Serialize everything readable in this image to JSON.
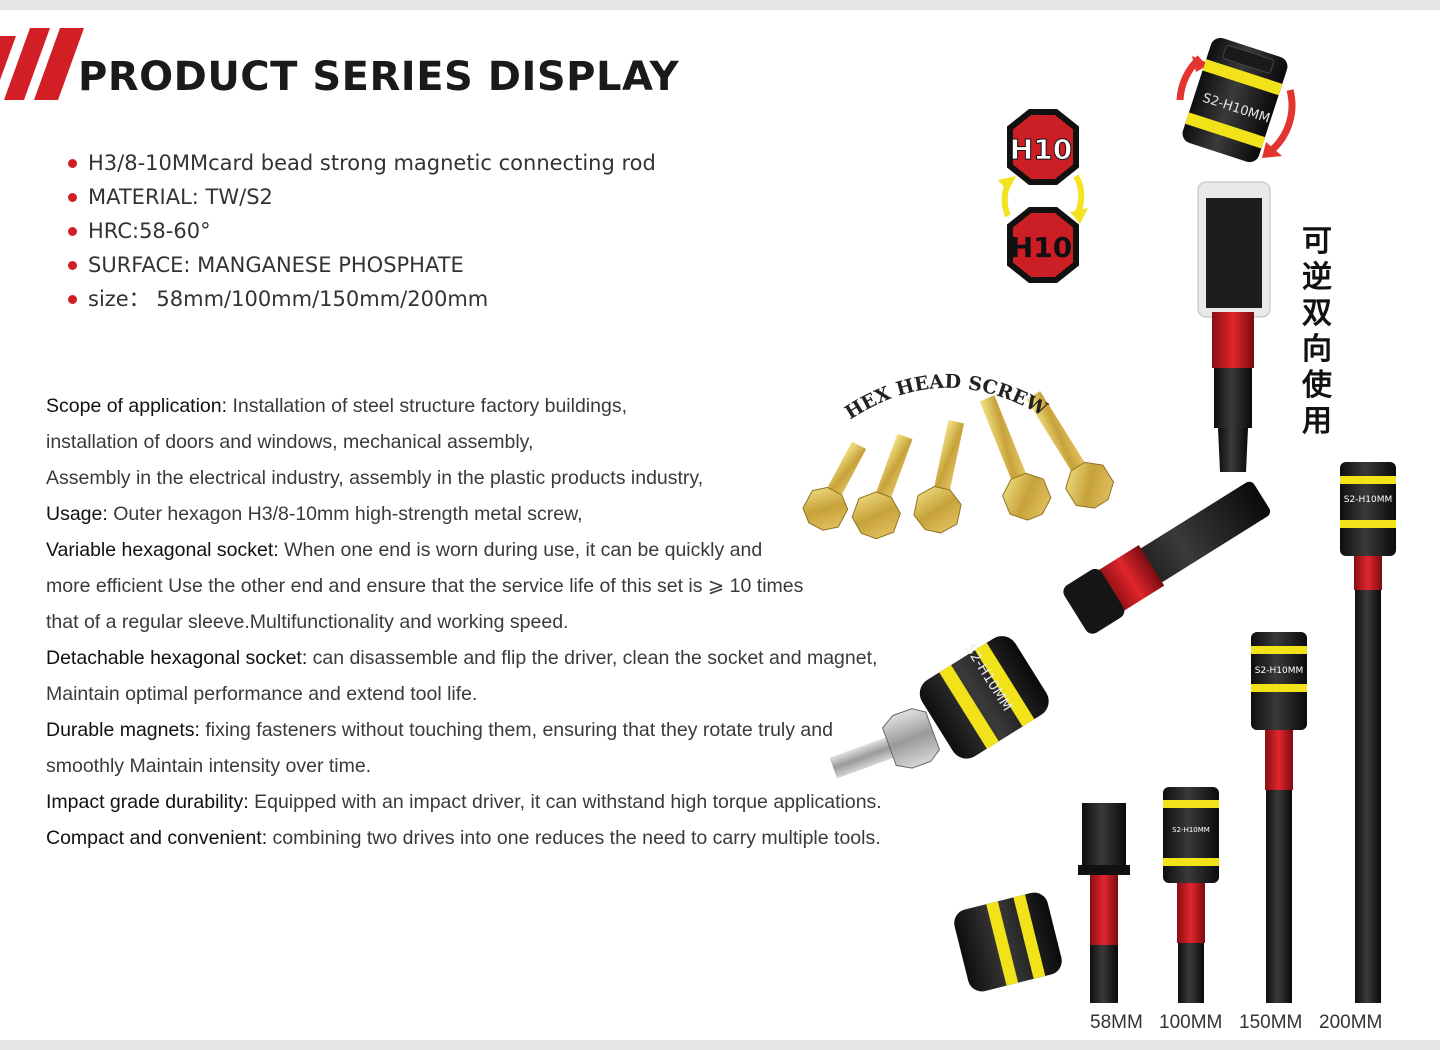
{
  "header": {
    "title": "PRODUCT SERIES DISPLAY",
    "accent_color": "#d21f26"
  },
  "specs": [
    "H3/8-10MMcard bead strong magnetic connecting rod",
    "MATERIAL: TW/S2",
    "HRC:58-60°",
    "SURFACE: MANGANESE PHOSPHATE",
    "size：  58mm/100mm/150mm/200mm"
  ],
  "description": [
    {
      "label": "Scope of application:",
      "text": " Installation of steel structure factory buildings,"
    },
    {
      "label": "",
      "text": "installation of doors and windows, mechanical assembly,"
    },
    {
      "label": "",
      "text": "Assembly in the electrical industry, assembly in the plastic products industry,"
    },
    {
      "label": "Usage:",
      "text": " Outer hexagon H3/8-10mm high-strength metal screw,"
    },
    {
      "label": "Variable hexagonal socket:",
      "text": " When one end is worn during use, it can be quickly and"
    },
    {
      "label": "",
      "text": "more efficient Use the other end and ensure that the service life of this set is ⩾ 10 times"
    },
    {
      "label": "",
      "text": "that of a regular sleeve.Multifunctionality and working speed."
    },
    {
      "label": "Detachable hexagonal socket:",
      "text": " can disassemble and flip the driver, clean the socket and magnet,"
    },
    {
      "label": "",
      "text": "Maintain optimal performance and extend tool life."
    },
    {
      "label": "Durable magnets:",
      "text": " fixing fasteners without touching them, ensuring that they rotate truly and"
    },
    {
      "label": "",
      "text": "smoothly Maintain intensity over time."
    },
    {
      "label": "Impact grade durability:",
      "text": " Equipped with an impact driver, it can withstand high torque applications."
    },
    {
      "label": "Compact and convenient:",
      "text": " combining two drives into one reduces the need to carry multiple tools."
    }
  ],
  "artwork": {
    "hex_badge_top": "H10",
    "hex_badge_bottom": "H10",
    "socket_marking": "S2-H10MM",
    "screw_caption": "HEX HEAD SCREW",
    "cn_caption": [
      "可",
      "逆",
      "双",
      "向",
      "使",
      "用"
    ]
  },
  "sizes": [
    "58MM",
    "100MM",
    "150MM",
    "200MM"
  ]
}
